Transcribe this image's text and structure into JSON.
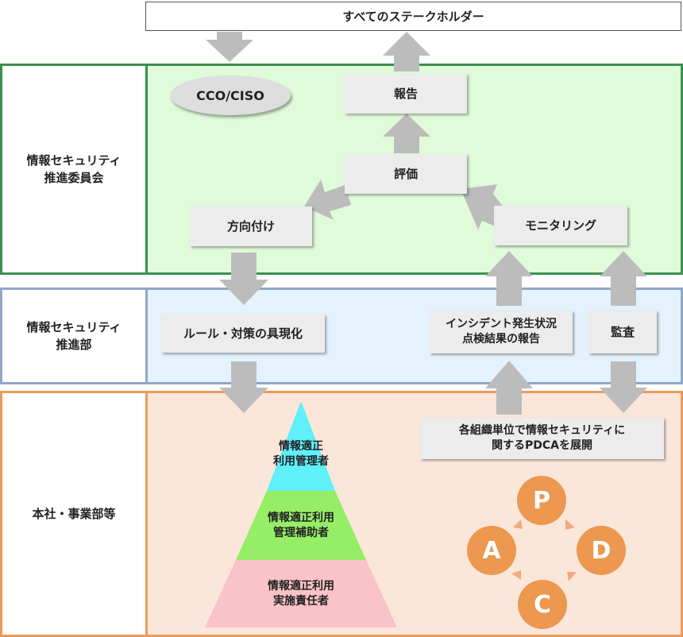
{
  "stakeholders": "すべてのステークホルダー",
  "rows": {
    "committee": "情報セキュリティ\n推進委員会",
    "promotion": "情報セキュリティ\n推進部",
    "headquarters": "本社・事業部等"
  },
  "committee_nodes": {
    "ciso": "CCO/CISO",
    "report": "報告",
    "evaluation": "評価",
    "direction": "方向付け",
    "monitoring": "モニタリング"
  },
  "promotion_nodes": {
    "rules": "ルール・対策の具現化",
    "incident": "インシデント発生状況\n点検結果の報告",
    "audit": "監査"
  },
  "hq_nodes": {
    "pdca": "各組織単位で情報セキュリティに\n関するPDCAを展開"
  },
  "pyramid": {
    "top": "情報適正\n利用管理者",
    "middle": "情報適正利用\n管理補助者",
    "bottom": "情報適正利用\n実施責任者"
  },
  "pdca_cycle": {
    "p": "P",
    "d": "D",
    "c": "C",
    "a": "A"
  },
  "colors": {
    "committee_border": "#3a9150",
    "committee_fill": "#dffbd9",
    "promotion_border": "#8fa7c6",
    "promotion_fill": "#e3f2fc",
    "hq_border": "#ec9a5a",
    "hq_fill": "#fbe6da",
    "arrow": "#bcbcbc",
    "pdca_circle": "#ec9850",
    "pyramid_top": "#5ff0fa",
    "pyramid_middle": "#96ee67",
    "pyramid_bottom": "#fac3c7"
  }
}
